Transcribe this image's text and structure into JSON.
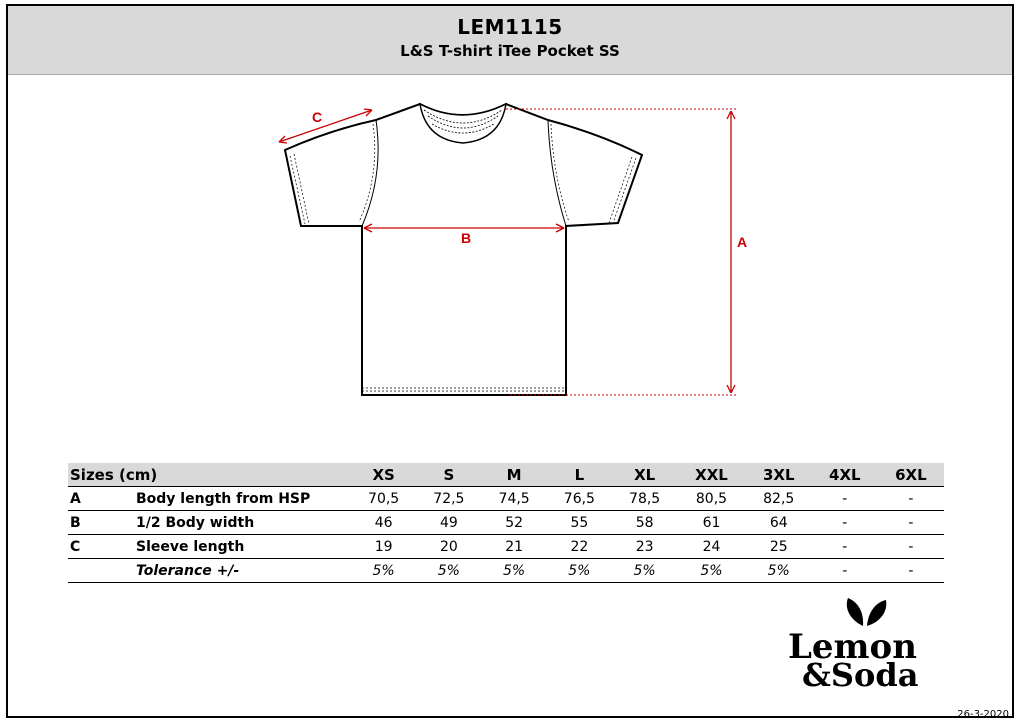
{
  "header": {
    "code": "LEM1115",
    "name": "L&S T-shirt iTee Pocket SS"
  },
  "diagram": {
    "label_a": "A",
    "label_b": "B",
    "label_c": "C"
  },
  "table": {
    "sizes_label": "Sizes (cm)",
    "sizes": [
      "XS",
      "S",
      "M",
      "L",
      "XL",
      "XXL",
      "3XL",
      "4XL",
      "6XL"
    ],
    "rows": [
      {
        "code": "A",
        "desc": "Body length from HSP",
        "values": [
          "70,5",
          "72,5",
          "74,5",
          "76,5",
          "78,5",
          "80,5",
          "82,5",
          "-",
          "-"
        ]
      },
      {
        "code": "B",
        "desc": "1/2 Body width",
        "values": [
          "46",
          "49",
          "52",
          "55",
          "58",
          "61",
          "64",
          "-",
          "-"
        ]
      },
      {
        "code": "C",
        "desc": "Sleeve length",
        "values": [
          "19",
          "20",
          "21",
          "22",
          "23",
          "24",
          "25",
          "-",
          "-"
        ]
      }
    ],
    "tolerance": {
      "desc": "Tolerance +/-",
      "values": [
        "5%",
        "5%",
        "5%",
        "5%",
        "5%",
        "5%",
        "5%",
        "-",
        "-"
      ]
    }
  },
  "logo": {
    "line1": "Lemon",
    "line2": "&Soda",
    "icon": "leaf-icon"
  },
  "footer": {
    "date": "26-3-2020"
  },
  "colors": {
    "header_bg": "#d9d9d9",
    "measure_red": "#cc0000"
  }
}
